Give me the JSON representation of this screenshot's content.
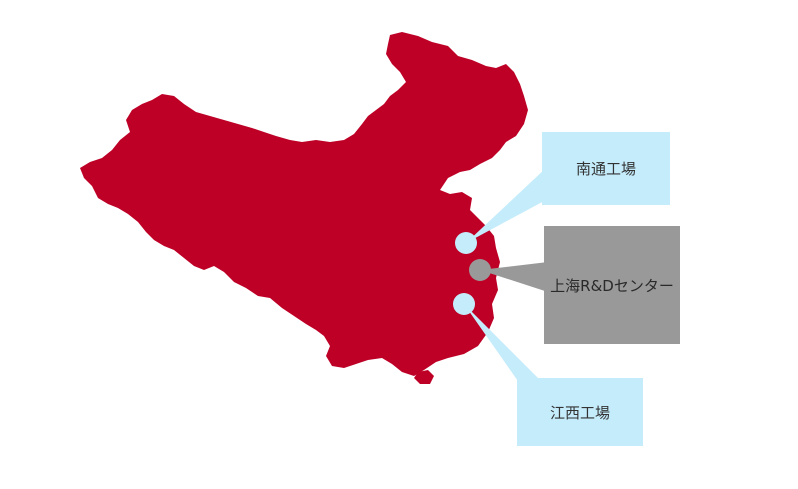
{
  "map": {
    "country_fill": "#be0027"
  },
  "locations": [
    {
      "id": "nantong",
      "label": "南通工場",
      "box_color": "#c5ecfb",
      "marker_color": "#c5ecfb"
    },
    {
      "id": "shanghai",
      "label": "上海R&Dセンター",
      "box_color": "#999999",
      "marker_color": "#999999"
    },
    {
      "id": "jiangxi",
      "label": "江西工場",
      "box_color": "#c5ecfb",
      "marker_color": "#c5ecfb"
    }
  ]
}
